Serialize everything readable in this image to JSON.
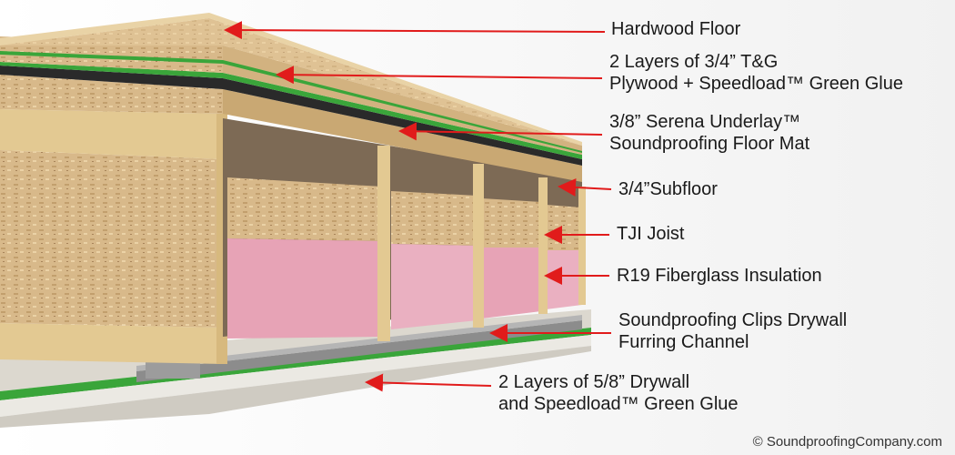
{
  "colors": {
    "arrow": "#e11b1b",
    "osb": "#d8b98a",
    "osb_dark": "#b89363",
    "lumber": "#e3c992",
    "green_glue": "#3aa53a",
    "underlay": "#2a2a2a",
    "insulation": "#e7a3b6",
    "drywall": "#e8e6e0",
    "channel": "#8c8c8c"
  },
  "labels": [
    {
      "id": "hardwood-floor",
      "lines": [
        "Hardwood Floor"
      ]
    },
    {
      "id": "plywood-green-glue",
      "lines": [
        "2 Layers of 3/4” T&G",
        "Plywood + Speedload™ Green Glue"
      ]
    },
    {
      "id": "serena-underlay",
      "lines": [
        "3/8” Serena Underlay™",
        "Soundproofing Floor Mat"
      ]
    },
    {
      "id": "subfloor",
      "lines": [
        "3/4”Subfloor"
      ]
    },
    {
      "id": "tji-joist",
      "lines": [
        "TJI Joist"
      ]
    },
    {
      "id": "fiberglass-insulation",
      "lines": [
        "R19 Fiberglass Insulation"
      ]
    },
    {
      "id": "clips-furring-channel",
      "lines": [
        "Soundproofing Clips Drywall",
        "Furring Channel"
      ]
    },
    {
      "id": "drywall-green-glue",
      "lines": [
        "2 Layers of 5/8” Drywall",
        "and Speedload™ Green Glue"
      ]
    }
  ],
  "credit": "© SoundproofingCompany.com"
}
